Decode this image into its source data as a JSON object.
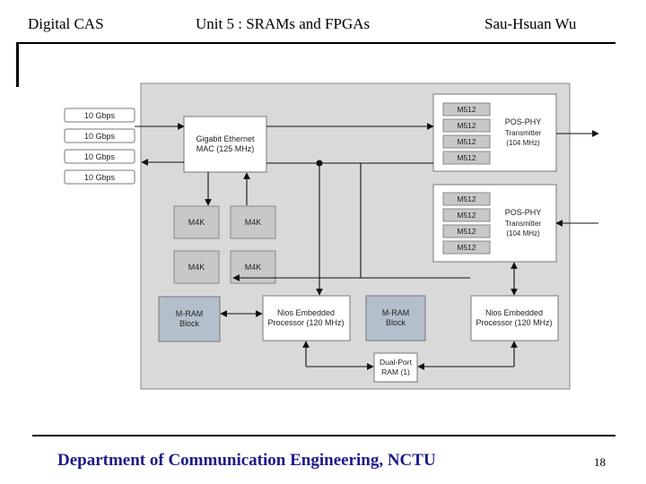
{
  "header": {
    "left": "Digital CAS",
    "center": "Unit 5 : SRAMs and FPGAs",
    "right": "Sau-Hsuan Wu"
  },
  "footer": {
    "department": "Department of Communication Engineering, NCTU",
    "page_number": "18"
  },
  "diagram": {
    "links": [
      "10 Gbps",
      "10 Gbps",
      "10 Gbps",
      "10 Gbps"
    ],
    "ethernet_mac": [
      "Gigabit Ethernet",
      "MAC (125 MHz)"
    ],
    "m4k_label": "M4K",
    "mram_left": [
      "M-RAM",
      "Block"
    ],
    "nios_left": [
      "Nios Embedded",
      "Processor (120 MHz)"
    ],
    "mram_mid": [
      "M-RAM",
      "Block"
    ],
    "dual_port": [
      "Dual-Port",
      "RAM (1)"
    ],
    "nios_right": [
      "Nios Embedded",
      "Processor (120 MHz)"
    ],
    "m512_label": "M512",
    "pos_phy": [
      "POS-PHY",
      "Transmitter",
      "(104 MHz)"
    ]
  }
}
